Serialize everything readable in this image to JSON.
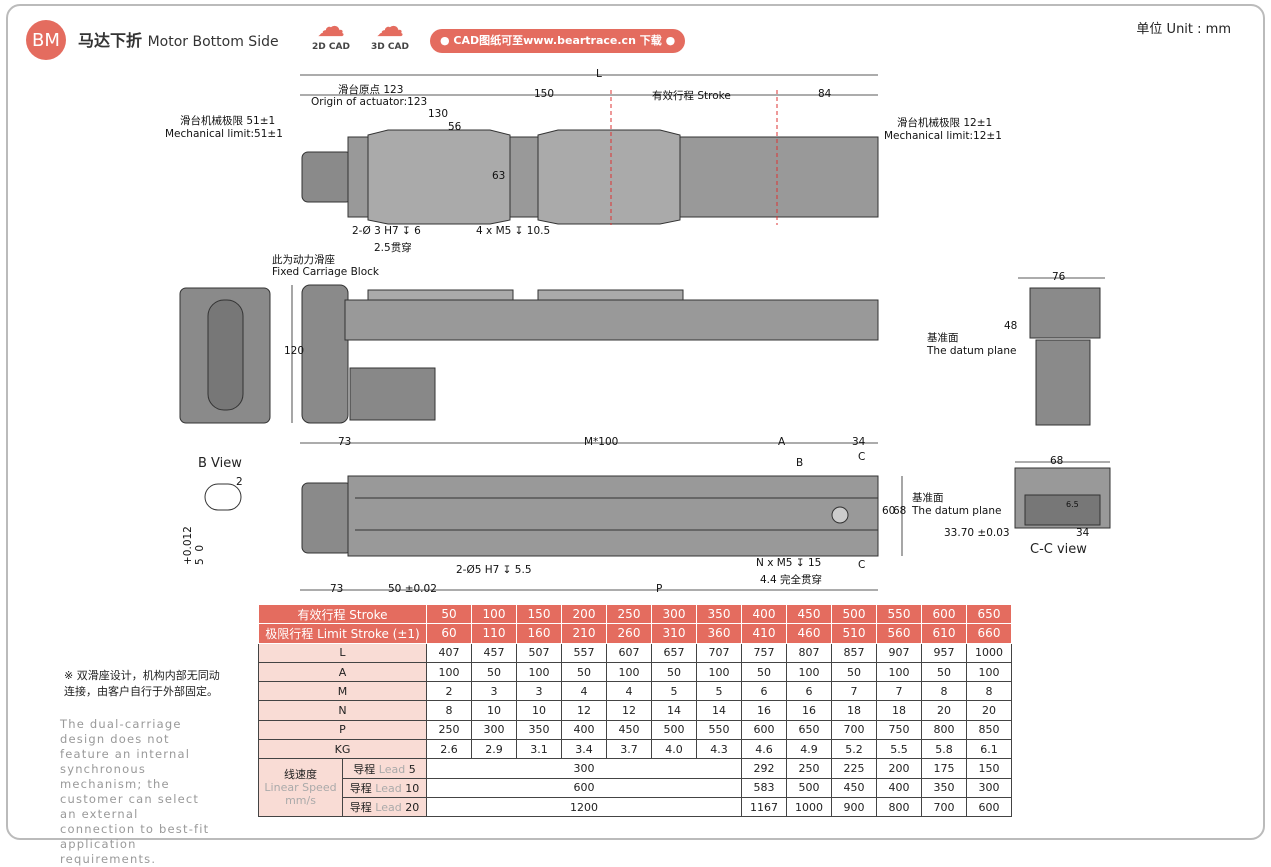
{
  "header": {
    "logo": "BM",
    "title_cn": "马达下折",
    "title_en": "Motor Bottom Side",
    "cad2d": "2D CAD",
    "cad3d": "3D CAD",
    "download": "● CAD图纸可至www.beartrace.cn 下载 ●",
    "unit": "单位  Unit : mm"
  },
  "drawing": {
    "L": "L",
    "origin_cn": "滑台原点 123",
    "origin_en": "Origin of actuator:123",
    "d150": "150",
    "stroke": "有效行程  Stroke",
    "d84": "84",
    "d130": "130",
    "d56": "56",
    "d63": "63",
    "mech_left_cn": "滑台机械极限 51±1",
    "mech_left_en": "Mechanical limit:51±1",
    "mech_right_cn": "滑台机械极限 12±1",
    "mech_right_en": "Mechanical limit:12±1",
    "pin": "2-Ø 3 H7 ↧ 6",
    "pin_sub": "2.5贯穿",
    "tap": "4 x  M5 ↧ 10.5",
    "fixed_cn": "此为动力滑座",
    "fixed_en": "Fixed Carriage Block",
    "d120": "120",
    "d76": "76",
    "d48": "48",
    "datum_cn": "基准面",
    "datum_en": "The datum plane",
    "bview": "B View",
    "b2": "2",
    "btol": "+0.012\n5  0",
    "d73": "73",
    "m100": "M*100",
    "A": "A",
    "d34": "34",
    "B": "B",
    "C": "C",
    "d60": "60",
    "d68": "68",
    "d73b": "73",
    "d50": "50 ±0.02",
    "P": "P",
    "pin2": "2-Ø5 H7 ↧ 5.5",
    "ntap": "N x M5 ↧ 15",
    "ntap_sub": "4.4 完全贯穿",
    "d68cc": "68",
    "d34cc": "34",
    "d3370": "33.70 ±0.03",
    "d65": "6.5",
    "ccview": "C-C view",
    "datum2_cn": "基准面",
    "datum2_en": "The datum plane"
  },
  "table": {
    "stroke_label": "有效行程  Stroke",
    "stroke": [
      "50",
      "100",
      "150",
      "200",
      "250",
      "300",
      "350",
      "400",
      "450",
      "500",
      "550",
      "600",
      "650"
    ],
    "limit_label": "极限行程  Limit Stroke (±1)",
    "limit": [
      "60",
      "110",
      "160",
      "210",
      "260",
      "310",
      "360",
      "410",
      "460",
      "510",
      "560",
      "610",
      "660"
    ],
    "rows": [
      {
        "label": "L",
        "values": [
          "407",
          "457",
          "507",
          "557",
          "607",
          "657",
          "707",
          "757",
          "807",
          "857",
          "907",
          "957",
          "1000"
        ]
      },
      {
        "label": "A",
        "values": [
          "100",
          "50",
          "100",
          "50",
          "100",
          "50",
          "100",
          "50",
          "100",
          "50",
          "100",
          "50",
          "100"
        ]
      },
      {
        "label": "M",
        "values": [
          "2",
          "3",
          "3",
          "4",
          "4",
          "5",
          "5",
          "6",
          "6",
          "7",
          "7",
          "8",
          "8"
        ]
      },
      {
        "label": "N",
        "values": [
          "8",
          "10",
          "10",
          "12",
          "12",
          "14",
          "14",
          "16",
          "16",
          "18",
          "18",
          "20",
          "20"
        ]
      },
      {
        "label": "P",
        "values": [
          "250",
          "300",
          "350",
          "400",
          "450",
          "500",
          "550",
          "600",
          "650",
          "700",
          "750",
          "800",
          "850"
        ]
      },
      {
        "label": "KG",
        "values": [
          "2.6",
          "2.9",
          "3.1",
          "3.4",
          "3.7",
          "4.0",
          "4.3",
          "4.6",
          "4.9",
          "5.2",
          "5.5",
          "5.8",
          "6.1"
        ]
      }
    ],
    "speed_cn": "线速度",
    "speed_en": "Linear Speed mm/s",
    "leads": [
      {
        "cn": "导程",
        "en": "Lead",
        "n": "5",
        "merged": "300",
        "values": [
          "292",
          "250",
          "225",
          "200",
          "175",
          "150"
        ]
      },
      {
        "cn": "导程",
        "en": "Lead",
        "n": "10",
        "merged": "600",
        "values": [
          "583",
          "500",
          "450",
          "400",
          "350",
          "300"
        ]
      },
      {
        "cn": "导程",
        "en": "Lead",
        "n": "20",
        "merged": "1200",
        "values": [
          "1167",
          "1000",
          "900",
          "800",
          "700",
          "600"
        ]
      }
    ]
  },
  "notes": {
    "cn": "※ 双滑座设计，机构内部无同动连接，由客户自行于外部固定。",
    "en": "The dual-carriage design does not feature an internal synchronous mechanism; the customer can select an external connection to best-fit application requirements."
  }
}
